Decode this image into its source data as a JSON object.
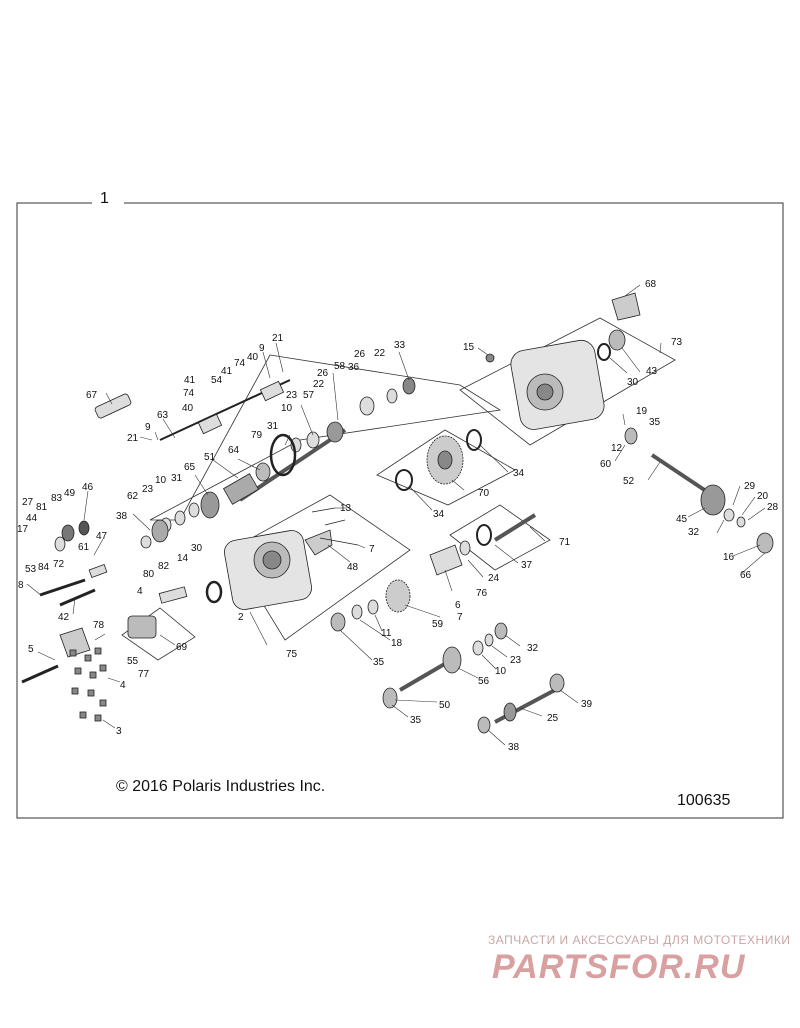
{
  "frame_number": "1",
  "copyright": "© 2016 Polaris Industries Inc.",
  "diagram_number": "100635",
  "watermark": {
    "tagline": "ЗАПЧАСТИ И АКСЕССУАРЫ ДЛЯ МОТОТЕХНИКИ",
    "logo": "PARTSFOR.RU",
    "color": "#d9a0a0"
  },
  "callouts": [
    "67",
    "21",
    "9",
    "63",
    "40",
    "74",
    "41",
    "54",
    "41",
    "74",
    "40",
    "9",
    "21",
    "23",
    "10",
    "22",
    "57",
    "26",
    "58",
    "36",
    "26",
    "22",
    "33",
    "31",
    "79",
    "64",
    "51",
    "65",
    "10",
    "23",
    "31",
    "62",
    "38",
    "27",
    "81",
    "83",
    "49",
    "46",
    "44",
    "17",
    "47",
    "61",
    "53",
    "84",
    "72",
    "8",
    "42",
    "13",
    "7",
    "48",
    "30",
    "14",
    "82",
    "80",
    "4",
    "2",
    "75",
    "78",
    "5",
    "69",
    "55",
    "77",
    "4",
    "3",
    "15",
    "30",
    "73",
    "43",
    "68",
    "19",
    "35",
    "12",
    "60",
    "34",
    "70",
    "34",
    "52",
    "71",
    "37",
    "24",
    "76",
    "6",
    "7",
    "59",
    "11",
    "18",
    "35",
    "32",
    "23",
    "10",
    "56",
    "50",
    "35",
    "25",
    "39",
    "38",
    "29",
    "20",
    "28",
    "45",
    "32",
    "16",
    "66"
  ]
}
